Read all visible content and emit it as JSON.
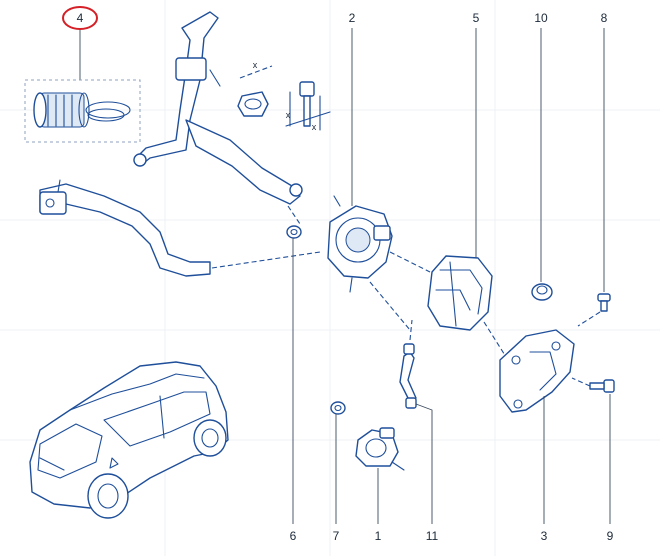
{
  "callouts": {
    "c1": "1",
    "c2": "2",
    "c3": "3",
    "c4": "4",
    "c5": "5",
    "c6": "6",
    "c7": "7",
    "c8": "8",
    "c9": "9",
    "c10": "10",
    "c11": "11"
  },
  "highlight_color": "#d42026",
  "line_color": "#1f4f9a"
}
